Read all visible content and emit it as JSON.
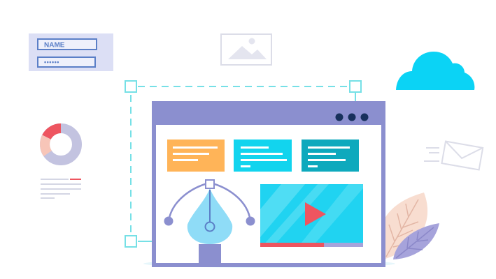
{
  "login_card": {
    "name_label": "NAME",
    "password_mask": "••••••"
  },
  "browser": {
    "title_bar_dots": 3
  },
  "donut": {
    "segments": [
      {
        "name": "red",
        "value": 0.14,
        "color": "#ee5560"
      },
      {
        "name": "peach",
        "value": 0.1,
        "color": "#f7c5b8"
      },
      {
        "name": "lavender",
        "value": 0.76,
        "color": "#c3c3e0"
      }
    ]
  },
  "video_player": {
    "progress": 0.62
  },
  "colors": {
    "window_frame": "#8b8fcf",
    "card_orange": "#ffb458",
    "card_cyan": "#12d4ee",
    "card_teal": "#0ea9bd",
    "video_bg": "#20d3f1",
    "play_button": "#ee5560",
    "cloud": "#0bd3f5",
    "pen_nib": "#8fdcf7",
    "selection_dash": "#76e0e6"
  },
  "icons": [
    "login-card-icon",
    "image-placeholder-icon",
    "cloud-icon",
    "donut-chart-icon",
    "text-lines-icon",
    "envelope-icon",
    "pen-tool-icon",
    "play-icon",
    "leaf-icon"
  ]
}
